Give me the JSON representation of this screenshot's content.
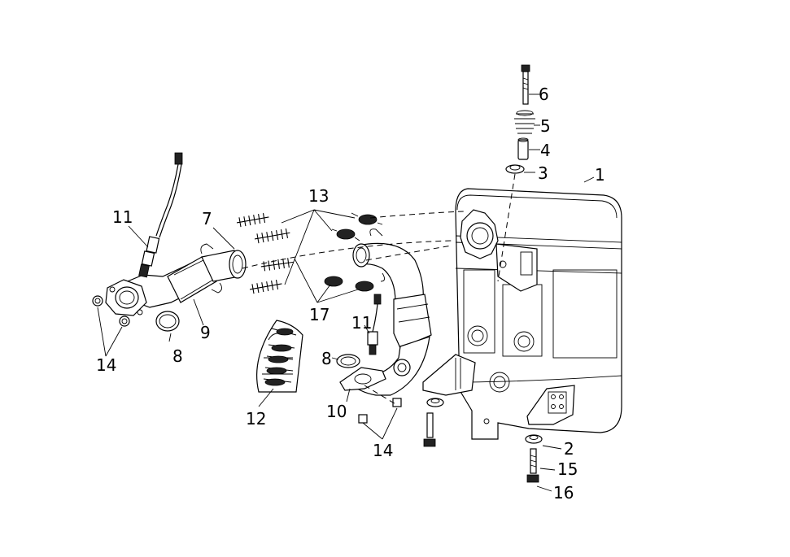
{
  "callouts": {
    "p1": "1",
    "p2": "2",
    "p3": "3",
    "p4": "4",
    "p5": "5",
    "p6": "6",
    "p7": "7",
    "p8a": "8",
    "p8b": "8",
    "p9": "9",
    "p10": "10",
    "p11a": "11",
    "p11b": "11",
    "p12": "12",
    "p13": "13",
    "p14a": "14",
    "p14b": "14",
    "p15": "15",
    "p16": "16",
    "p17": "17"
  }
}
